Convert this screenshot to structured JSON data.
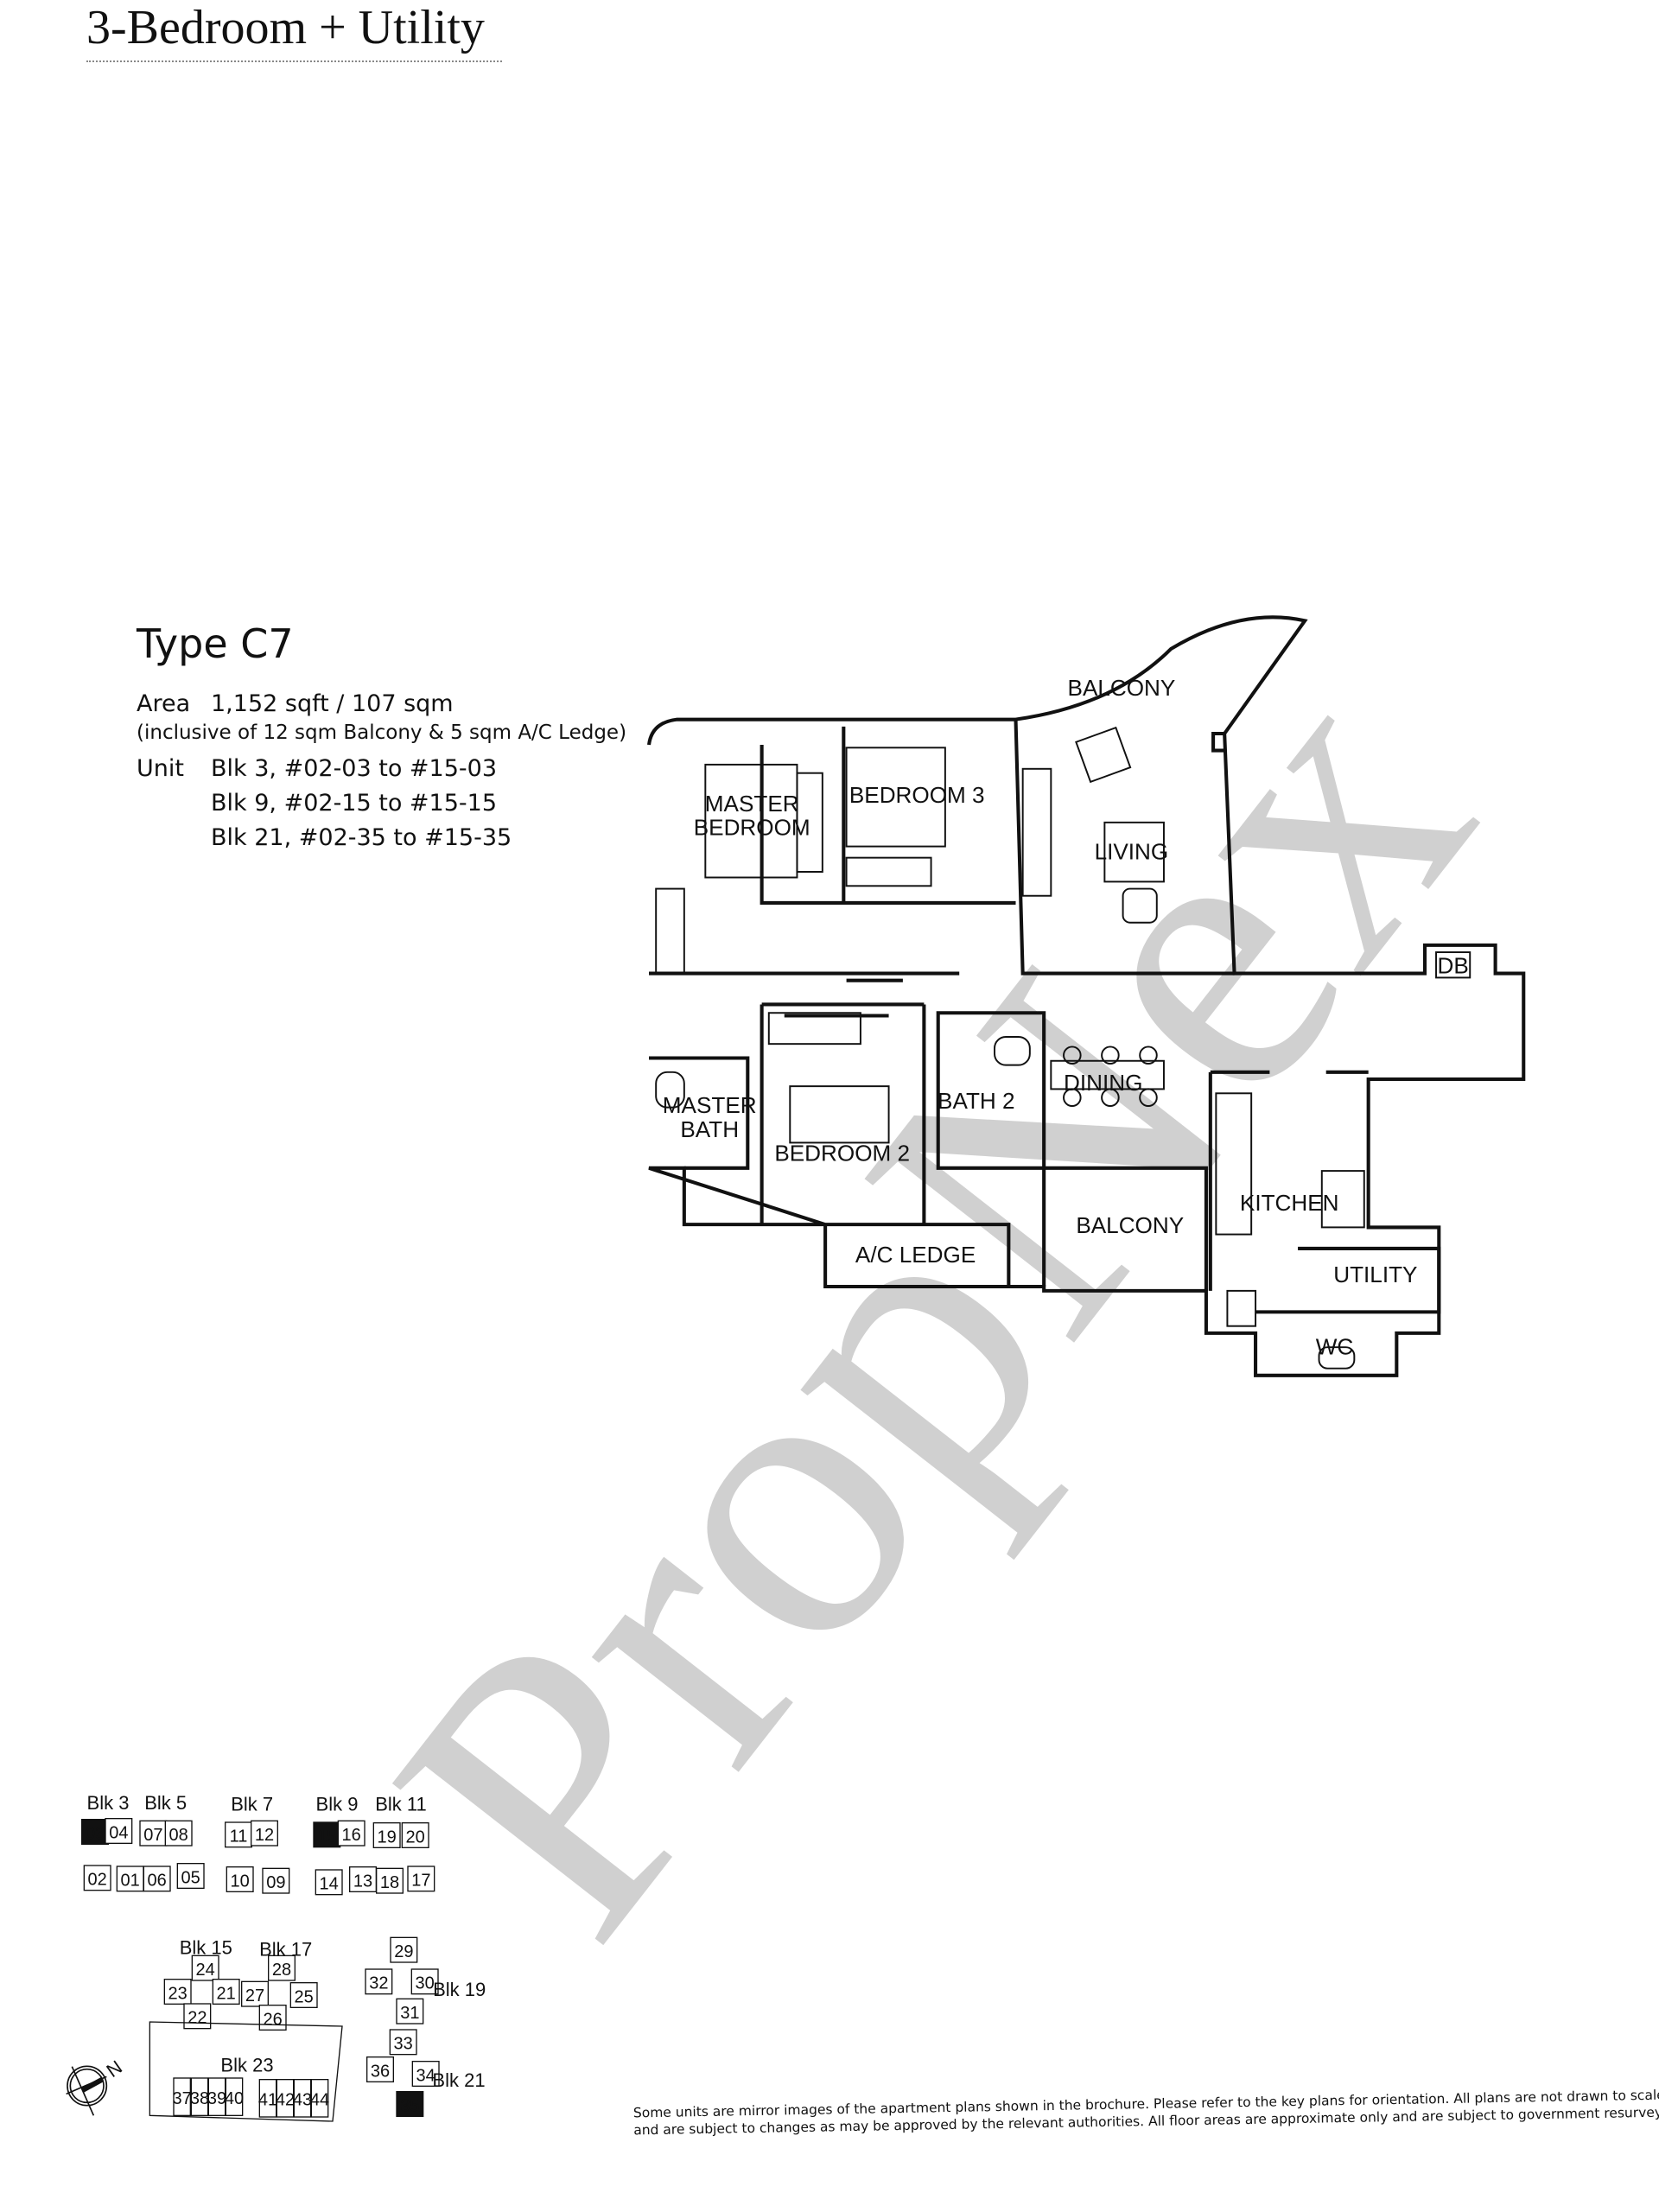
{
  "header": {
    "title": "3-Bedroom + Utility"
  },
  "unit_type": {
    "title": "Type C7",
    "area_label": "Area",
    "area_value": "1,152 sqft / 107 sqm",
    "area_note": "(inclusive of 12 sqm Balcony & 5 sqm A/C Ledge)",
    "unit_label": "Unit",
    "units": [
      "Blk 3,  #02-03 to #15-03",
      "Blk 9,  #02-15 to  #15-15",
      "Blk 21, #02-35 to #15-35"
    ]
  },
  "floor_plan": {
    "rooms": {
      "balcony_top": "BALCONY",
      "master_bedroom_1": "MASTER",
      "master_bedroom_2": "BEDROOM",
      "bedroom3": "BEDROOM 3",
      "living": "LIVING",
      "db": "DB",
      "bath2": "BATH 2",
      "dining": "DINING",
      "master_bath_1": "MASTER",
      "master_bath_2": "BATH",
      "bedroom2": "BEDROOM 2",
      "kitchen": "KITCHEN",
      "balcony_bottom": "BALCONY",
      "ac_ledge": "A/C LEDGE",
      "utility": "UTILITY",
      "wc": "WC"
    }
  },
  "key_plan": {
    "blocks": [
      "Blk 3",
      "Blk 5",
      "Blk 7",
      "Blk 9",
      "Blk 11",
      "Blk 15",
      "Blk 17",
      "Blk 19",
      "Blk 21",
      "Blk 23"
    ],
    "units": [
      "03",
      "04",
      "07",
      "08",
      "02",
      "01",
      "06",
      "05",
      "11",
      "12",
      "10",
      "09",
      "15",
      "16",
      "19",
      "20",
      "14",
      "13",
      "18",
      "17",
      "24",
      "28",
      "23",
      "21",
      "27",
      "25",
      "22",
      "26",
      "29",
      "32",
      "30",
      "31",
      "33",
      "36",
      "34",
      "35",
      "37",
      "38",
      "39",
      "40",
      "41",
      "42",
      "43",
      "44"
    ],
    "highlighted_units": [
      "03",
      "15",
      "35"
    ],
    "highlight_color": "#111111",
    "compass_label": "N"
  },
  "watermark": "PropNex",
  "disclaimer": {
    "line1": "Some units are mirror images of the apartment plans shown in the brochure. Please refer to the key plans for orientation. All plans are not drawn to scale",
    "line2": "and are subject to changes as may be approved by the relevant authorities. All floor areas are approximate only and are subject to government resurvey."
  }
}
